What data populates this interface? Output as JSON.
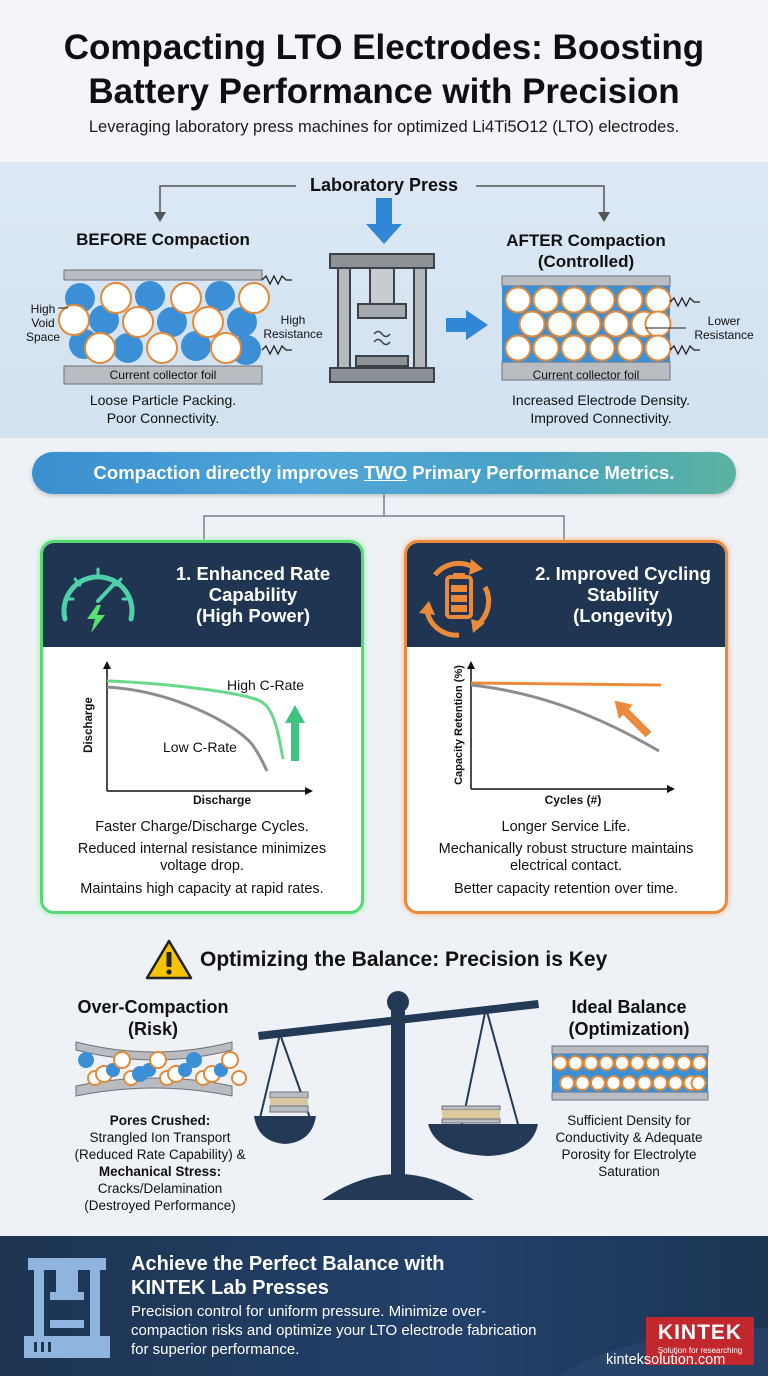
{
  "header": {
    "title_line1": "Compacting LTO Electrodes: Boosting",
    "title_line2": "Battery Performance with Precision",
    "subtitle": "Leveraging laboratory press machines for optimized Li4Ti5O12 (LTO) electrodes."
  },
  "compaction": {
    "press_label": "Laboratory Press",
    "before_title": "BEFORE Compaction",
    "after_title_line1": "AFTER Compaction",
    "after_title_line2": "(Controlled)",
    "high_void_1": "High",
    "high_void_2": "Void",
    "high_void_3": "Space",
    "high_resistance_1": "High",
    "high_resistance_2": "Resistance",
    "lower_resistance_1": "Lower",
    "lower_resistance_2": "Resistance",
    "foil_label": "Current collector foil",
    "before_caption_1": "Loose Particle Packing.",
    "before_caption_2": "Poor Connectivity.",
    "after_caption_1": "Increased Electrode Density.",
    "after_caption_2": "Improved Connectivity."
  },
  "banner": {
    "text_before": "Compaction directly improves ",
    "text_emph": "TWO",
    "text_after": " Primary Performance Metrics."
  },
  "metric1": {
    "title_1": "1. Enhanced Rate",
    "title_2": "Capability",
    "title_3": "(High Power)",
    "y_label": "Discharge",
    "x_label": "Discharge",
    "series_high": "High C-Rate",
    "series_low": "Low C-Rate",
    "lead": "Faster Charge/Discharge Cycles.",
    "desc_1": "Reduced internal resistance minimizes",
    "desc_2": "voltage drop.",
    "desc_3": "Maintains high capacity at rapid rates."
  },
  "metric2": {
    "title_1": "2. Improved Cycling",
    "title_2": "Stability",
    "title_3": "(Longevity)",
    "y_label": "Capacity Retention (%)",
    "x_label": "Cycles (#)",
    "lead": "Longer Service Life.",
    "desc_1": "Mechanically robust structure maintains",
    "desc_2": "electrical contact.",
    "desc_3": "Better capacity retention over time."
  },
  "balance": {
    "title": "Optimizing the Balance: Precision is Key",
    "over_title_1": "Over-Compaction",
    "over_title_2": "(Risk)",
    "over_b1": "Pores Crushed:",
    "over_t1": "Strangled Ion Transport",
    "over_t2": "(Reduced Rate Capability) &",
    "over_b2": "Mechanical Stress:",
    "over_t3": "Cracks/Delamination",
    "over_t4": "(Destroyed Performance)",
    "ideal_title_1": "Ideal Balance",
    "ideal_title_2": "(Optimization)",
    "ideal_t1": "Sufficient Density for",
    "ideal_t2": "Conductivity & Adequate",
    "ideal_t3": "Porosity for Electrolyte",
    "ideal_t4": "Saturation"
  },
  "footer": {
    "title_1": "Achieve the Perfect Balance with",
    "title_2": "KINTEK Lab Presses",
    "text": "Precision control for uniform pressure. Minimize over-compaction risks and optimize your LTO electrode fabrication for superior performance.",
    "brand": "KINTEK",
    "tagline": "Solution for researching",
    "website": "kinteksolution.com"
  },
  "colors": {
    "navy": "#1f3552",
    "green_accent": "#56d873",
    "orange_accent": "#ec8a3b",
    "particle_blue": "#3a8fd6",
    "particle_orange": "#e08a3a",
    "brand_red": "#c1272d"
  },
  "icons": [
    "speedometer-lightning-icon",
    "battery-cycle-icon",
    "warning-icon",
    "balance-scale-icon",
    "lab-press-icon",
    "down-arrow-icon",
    "right-arrow-icon",
    "resistor-icon"
  ]
}
